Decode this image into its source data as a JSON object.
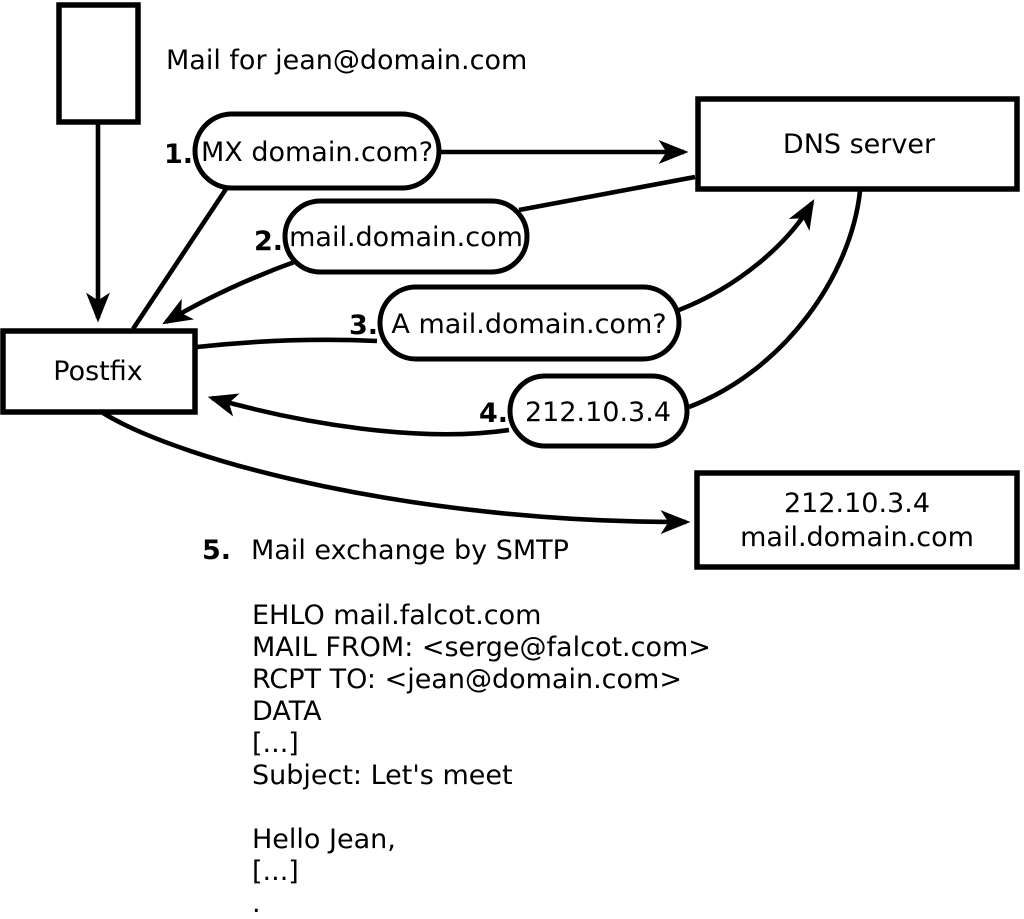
{
  "diagram": {
    "background": "#ffffff",
    "stroke_color": "#000000",
    "mail_label": "Mail for jean@domain.com",
    "nodes": {
      "postfix": "Postfix",
      "dns": "DNS server",
      "mail_server_line1": "212.10.3.4",
      "mail_server_line2": "mail.domain.com"
    },
    "steps": {
      "s1": {
        "num": "1.",
        "label": "MX domain.com?"
      },
      "s2": {
        "num": "2.",
        "label": "mail.domain.com"
      },
      "s3": {
        "num": "3.",
        "label": "A mail.domain.com?"
      },
      "s4": {
        "num": "4.",
        "label": "212.10.3.4"
      },
      "s5": {
        "num": "5.",
        "label": "Mail exchange by SMTP"
      }
    },
    "smtp_transcript": [
      "EHLO mail.falcot.com",
      "MAIL FROM: <serge@falcot.com>",
      "RCPT TO: <jean@domain.com>",
      "DATA",
      "[...]",
      "Subject: Let's meet",
      "",
      "Hello Jean,",
      "[...]",
      "."
    ]
  }
}
